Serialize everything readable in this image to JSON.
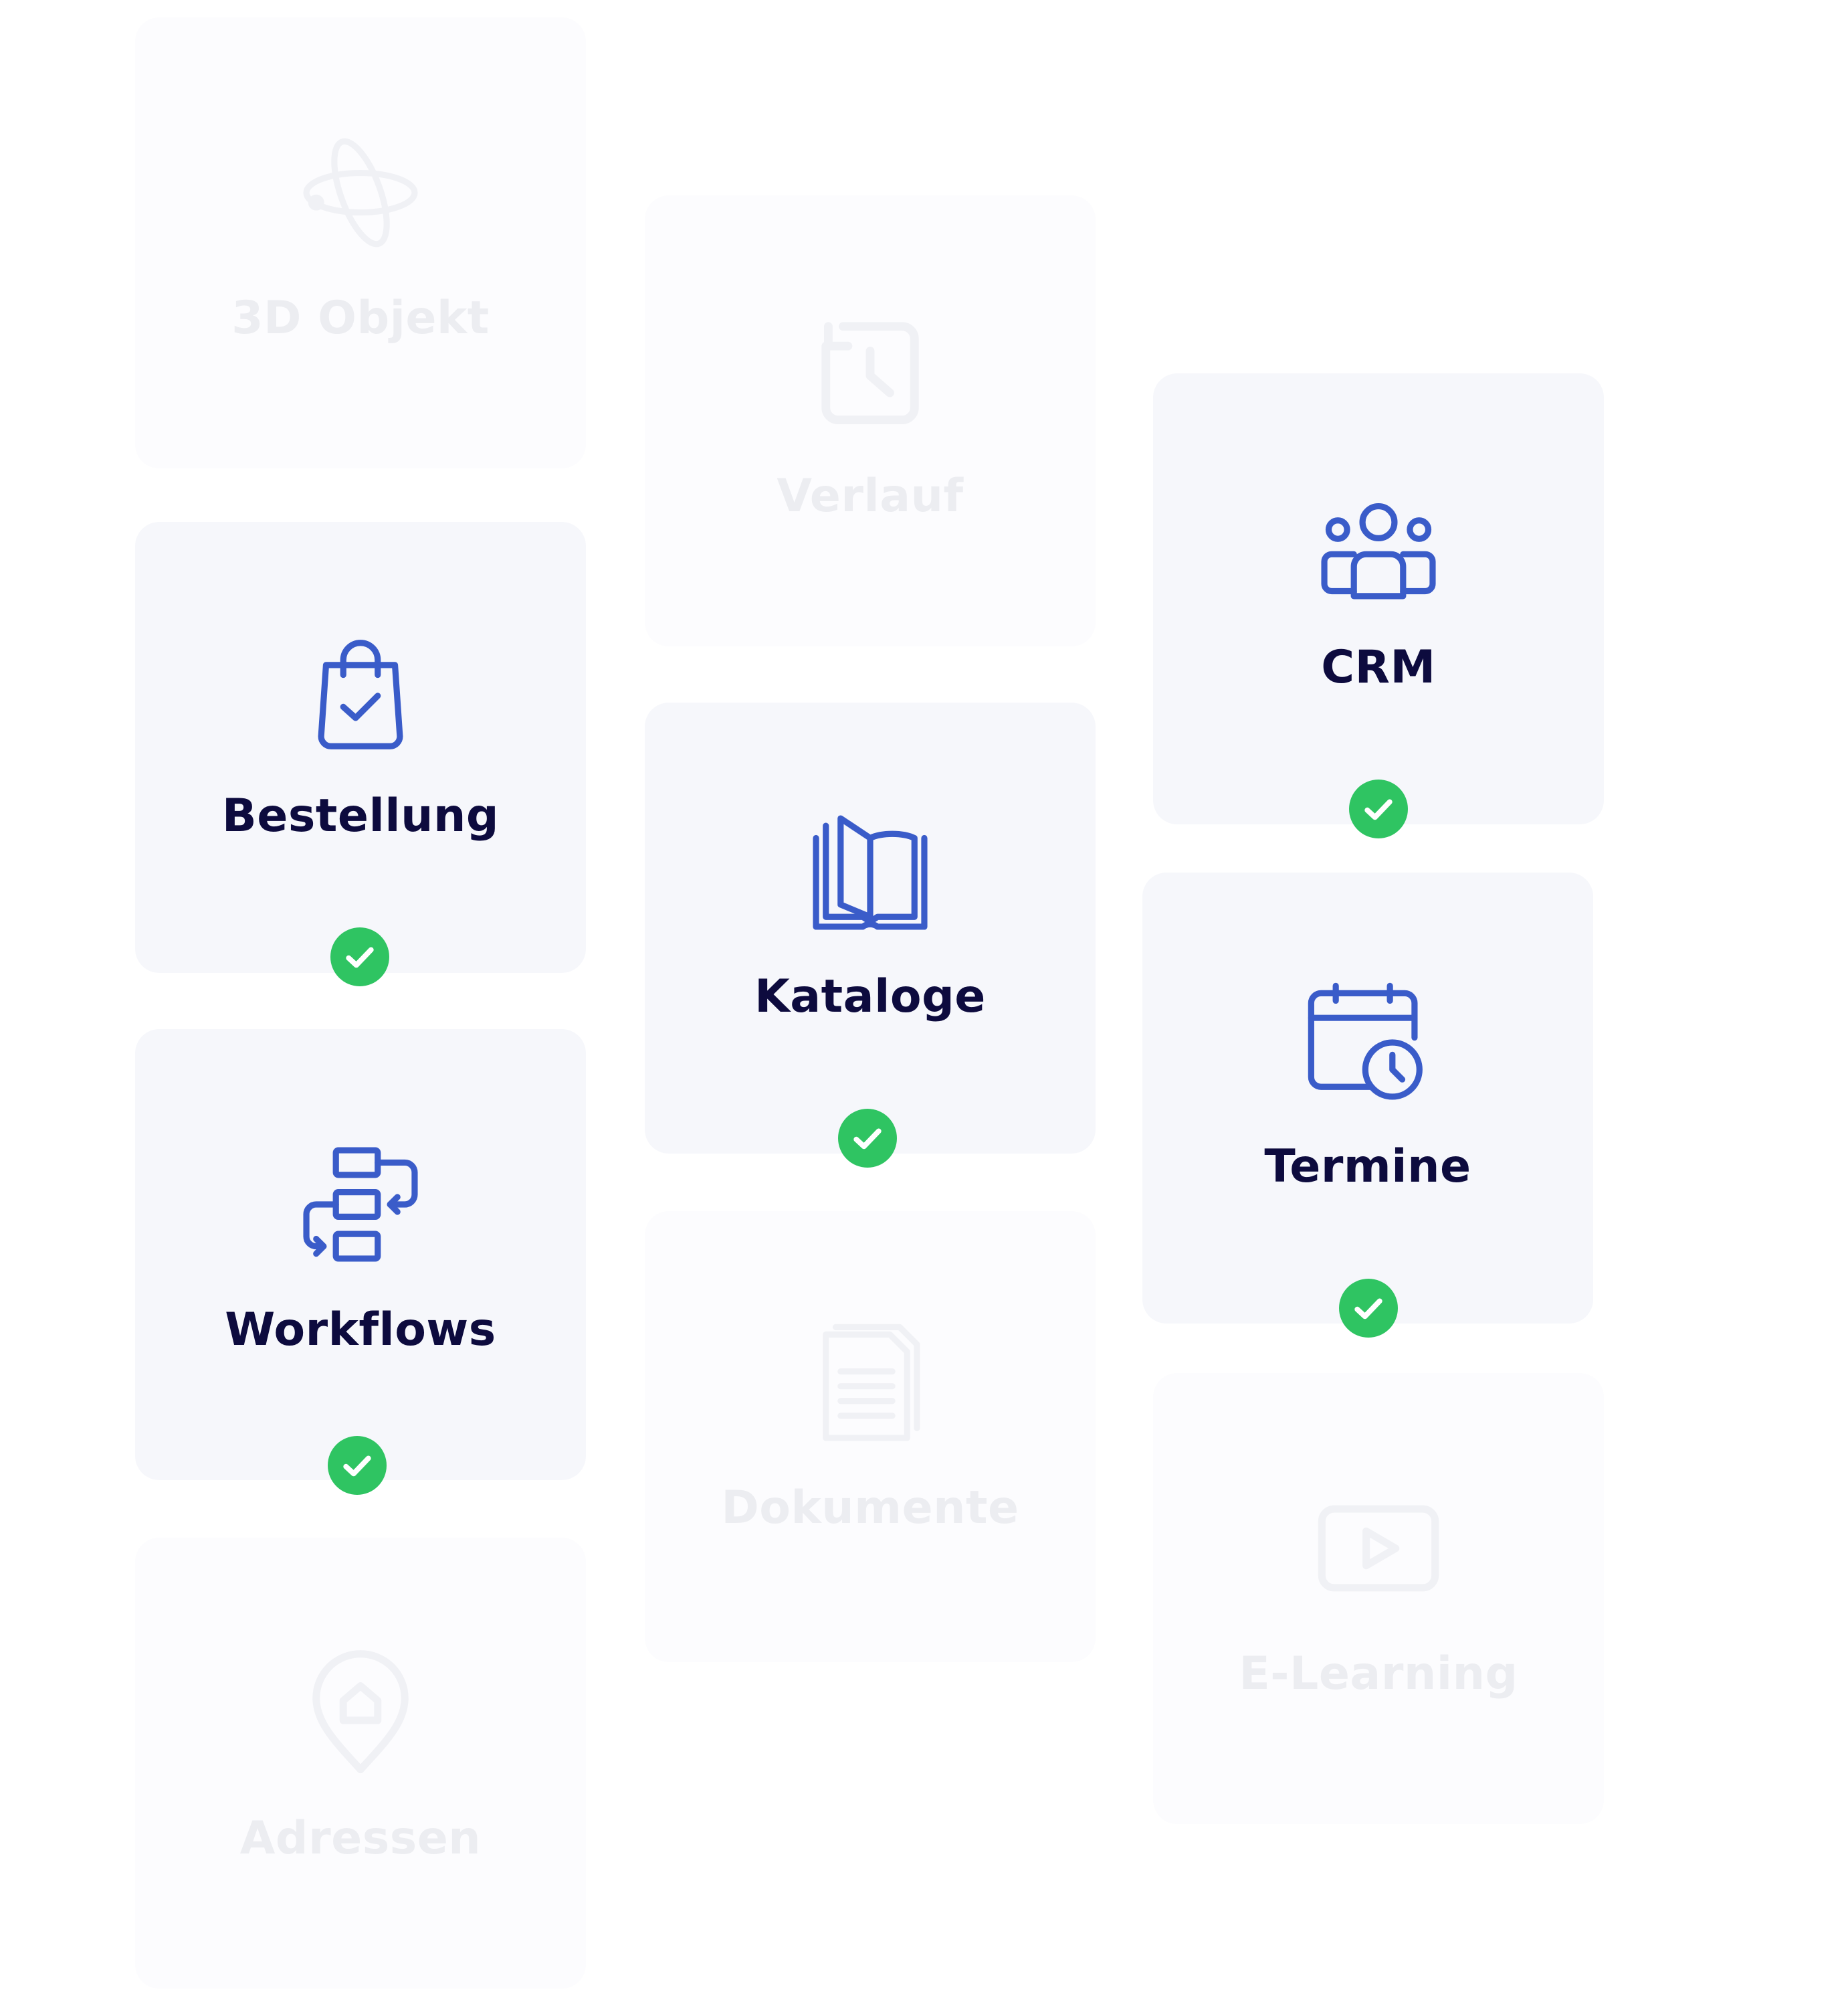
{
  "colors": {
    "icon_active": "#3a5cc9",
    "icon_faded": "#f0f1f5",
    "label_active": "#0d0b3e",
    "label_faded": "#ecedf1",
    "card_active": "#f6f7fb",
    "card_faded": "#fcfcfe",
    "check_green": "#2fc462"
  },
  "modules": {
    "objekt3d": {
      "label": "3D Objekt",
      "icon": "3d-orbit-icon",
      "active": false
    },
    "verlauf": {
      "label": "Verlauf",
      "icon": "history-icon",
      "active": false
    },
    "crm": {
      "label": "CRM",
      "icon": "users-group-icon",
      "active": true
    },
    "bestellung": {
      "label": "Bestellung",
      "icon": "shopping-bag-check-icon",
      "active": true
    },
    "kataloge": {
      "label": "Kataloge",
      "icon": "open-book-icon",
      "active": true
    },
    "termine": {
      "label": "Termine",
      "icon": "calendar-clock-icon",
      "active": true
    },
    "workflows": {
      "label": "Workflows",
      "icon": "workflow-icon",
      "active": true
    },
    "dokumente": {
      "label": "Dokumente",
      "icon": "documents-icon",
      "active": false
    },
    "elearning": {
      "label": "E-Learning",
      "icon": "video-play-icon",
      "active": false
    },
    "adressen": {
      "label": "Adressen",
      "icon": "location-pin-home-icon",
      "active": false
    }
  }
}
